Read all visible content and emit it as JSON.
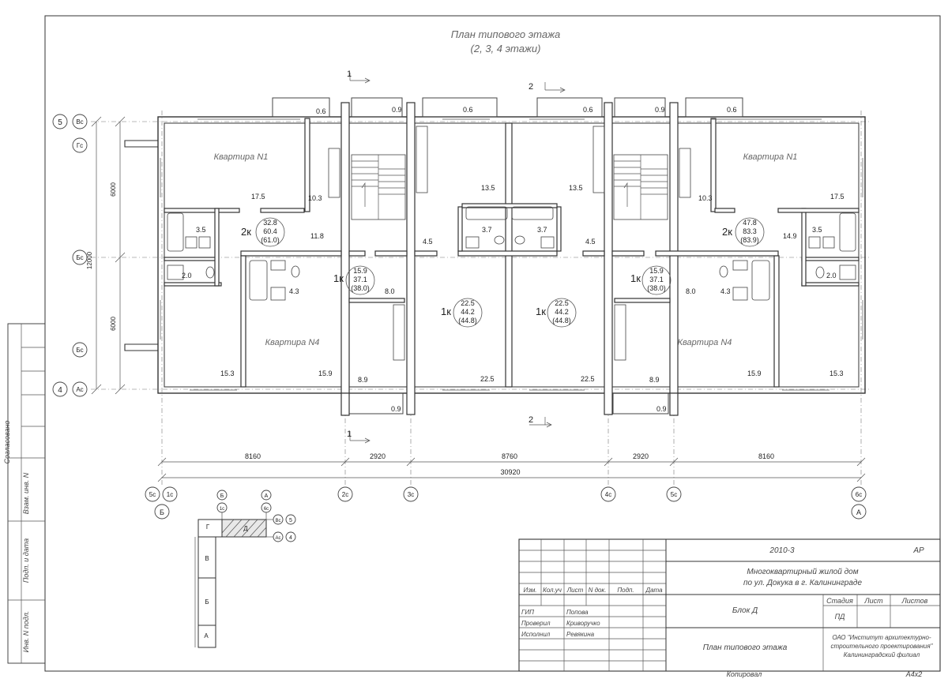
{
  "title": {
    "line1": "План типового этажа",
    "line2": "(2, 3, 4 этажи)"
  },
  "section_marks": {
    "cut1": "1",
    "cut2": "2"
  },
  "apartment_labels": {
    "left_n1": "Квартира N1",
    "right_n1": "Квартира N1",
    "left_n4": "Квартира N4",
    "right_n4": "Квартира N4"
  },
  "room_areas": {
    "a1": "17.5",
    "a2": "10.3",
    "a3": "3.5",
    "a4": "11.8",
    "a5": "2.0",
    "a6": "4.3",
    "a7": "8.0",
    "a8": "15.3",
    "a9": "15.9",
    "a10": "8.9",
    "a11": "13.5",
    "a12": "4.5",
    "a13": "3.7",
    "a14": "22.5",
    "a15": "13.5",
    "a16": "3.7",
    "a17": "4.5",
    "a18": "22.5",
    "a19": "10.3",
    "a20": "17.5",
    "a21": "14.9",
    "a22": "3.5",
    "a23": "2.0",
    "a24": "8.0",
    "a25": "4.3",
    "a26": "15.9",
    "a27": "15.3",
    "a28": "8.9",
    "b1": "0.6",
    "b2": "0.9",
    "b3": "0.6",
    "b4": "0.6",
    "b5": "0.9",
    "b6": "0.6",
    "b7": "0.9",
    "b8": "0.9"
  },
  "apartment_tags": [
    {
      "type": "2к",
      "living": "32.8",
      "total": "60.4",
      "sum": "(61.0)"
    },
    {
      "type": "1к",
      "living": "15.9",
      "total": "37.1",
      "sum": "(38.0)"
    },
    {
      "type": "1к",
      "living": "22.5",
      "total": "44.2",
      "sum": "(44.8)"
    },
    {
      "type": "1к",
      "living": "22.5",
      "total": "44.2",
      "sum": "(44.8)"
    },
    {
      "type": "1к",
      "living": "15.9",
      "total": "37.1",
      "sum": "(38.0)"
    },
    {
      "type": "2к",
      "living": "47.8",
      "total": "83.3",
      "sum": "(83.9)"
    }
  ],
  "dimensions": {
    "d1": "8160",
    "d2": "2920",
    "d3": "8760",
    "d4": "2920",
    "d5": "8160",
    "total": "30920",
    "v_top": "6000",
    "v_bottom": "6000",
    "v_total": "12000"
  },
  "axes_left": {
    "a5": "5",
    "bc": "Вс",
    "gc": "Гс",
    "bc2": "Бс",
    "bc3": "Бс",
    "a4": "4",
    "ac": "Ас"
  },
  "axes_bottom": {
    "c5a": "5с",
    "c1": "1с",
    "c2": "2с",
    "c3": "3с",
    "c4": "4с",
    "c5b": "5с",
    "c6": "6с",
    "b": "Б",
    "a": "А"
  },
  "key_plan": {
    "b_top": "Б",
    "c1": "1с",
    "a_top": "А",
    "c6": "6с",
    "g": "Г",
    "d": "Д",
    "v": "В",
    "b": "Б",
    "a": "А",
    "vc": "Вс",
    "n5": "5",
    "ac": "Ас",
    "n4": "4"
  },
  "side_stamp": {
    "agreed": "Согласовано",
    "inv_vzam": "Взам. инв. N",
    "sign_date": "Подп. и дата",
    "inv_podl": "Инв. N подл."
  },
  "title_block": {
    "code": "2010-3",
    "stage_code": "АР",
    "project_line1": "Многоквартирный жилой дом",
    "project_line2": "по ул. Докука в г. Калининграде",
    "cols": [
      "Изм.",
      "Кол.уч",
      "Лист",
      "N док.",
      "Подп.",
      "Дата"
    ],
    "block": "Блок Д",
    "stage_header": "Стадия",
    "sheet_header": "Лист",
    "sheets_header": "Листов",
    "stage": "ПД",
    "roles": [
      {
        "role": "ГИП",
        "name": "Попова"
      },
      {
        "role": "Проверил",
        "name": "Криворучко"
      },
      {
        "role": "Исполнил",
        "name": "Ревякина"
      }
    ],
    "drawing_title": "План типового этажа",
    "org_line1": "ОАО \"Институт архитектурно-",
    "org_line2": "строительного проектирования\"",
    "org_line3": "Калининградский филиал",
    "copied": "Копировал",
    "format": "А4х2"
  }
}
